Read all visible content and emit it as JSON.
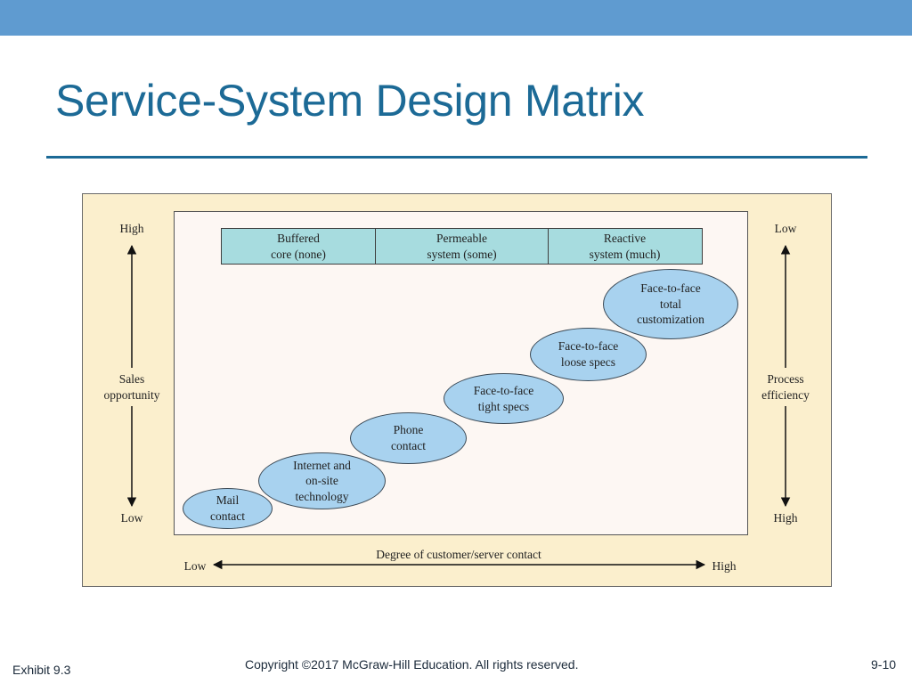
{
  "slide": {
    "title": "Service-System Design Matrix"
  },
  "matrix": {
    "categories": [
      "Buffered\ncore (none)",
      "Permeable\nsystem (some)",
      "Reactive\nsystem (much)"
    ],
    "modes": [
      "Mail\ncontact",
      "Internet and\non-site\ntechnology",
      "Phone\ncontact",
      "Face-to-face\ntight specs",
      "Face-to-face\nloose specs",
      "Face-to-face\ntotal\ncustomization"
    ],
    "left_axis": {
      "top": "High",
      "middle": "Sales\nopportunity",
      "bottom": "Low"
    },
    "right_axis": {
      "top": "Low",
      "middle": "Process\nefficiency",
      "bottom": "High"
    },
    "bottom_axis": {
      "left": "Low",
      "center": "Degree of customer/server contact",
      "right": "High"
    }
  },
  "footer": {
    "exhibit": "Exhibit 9.3",
    "copyright": "Copyright ©2017 McGraw-Hill Education. All rights reserved.",
    "page": "9-10"
  },
  "colors": {
    "top_bar": "#5f9bd0",
    "title": "#1c6a96",
    "exhibit_background": "#fbefcd",
    "category_fill": "#a7dcdf",
    "ellipse_fill": "#a8d2ef"
  }
}
